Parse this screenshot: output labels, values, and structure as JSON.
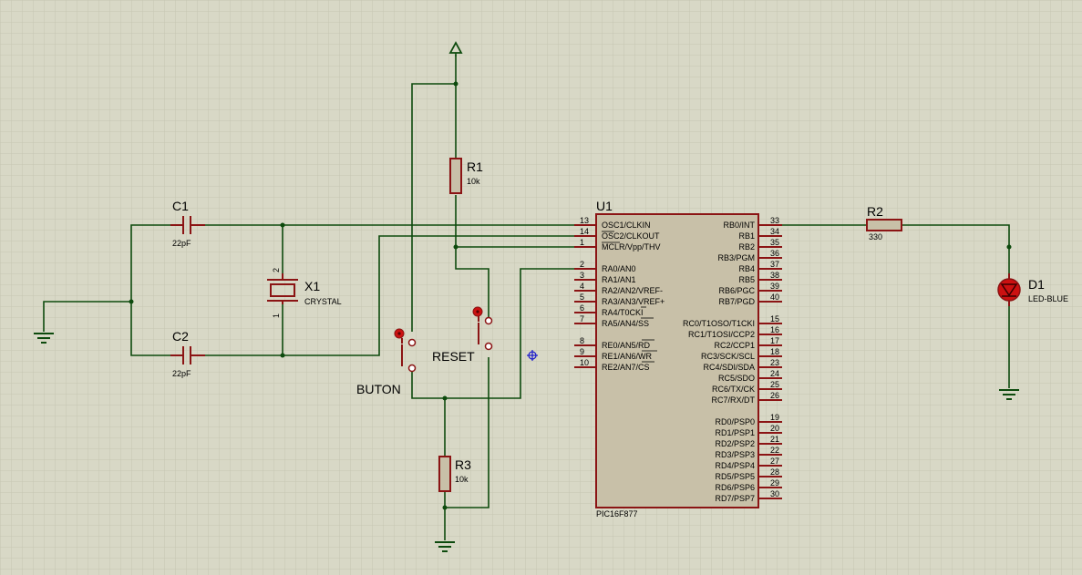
{
  "components": {
    "c1": {
      "ref": "C1",
      "value": "22pF"
    },
    "c2": {
      "ref": "C2",
      "value": "22pF"
    },
    "x1": {
      "ref": "X1",
      "value": "CRYSTAL",
      "pin_top": "2",
      "pin_bottom": "1"
    },
    "r1": {
      "ref": "R1",
      "value": "10k"
    },
    "r2": {
      "ref": "R2",
      "value": "330"
    },
    "r3": {
      "ref": "R3",
      "value": "10k"
    },
    "d1": {
      "ref": "D1",
      "value": "LED-BLUE"
    },
    "buton": {
      "label": "BUTON"
    },
    "reset": {
      "label": "RESET"
    },
    "u1": {
      "ref": "U1",
      "part": "PIC16F877"
    }
  },
  "u1_left_pins": [
    {
      "num": "13",
      "name": "OSC1/CLKIN"
    },
    {
      "num": "14",
      "name": "OSC2/CLKOUT"
    },
    {
      "num": "1",
      "name": "MCLR/Vpp/THV"
    },
    {
      "num": "2",
      "name": "RA0/AN0"
    },
    {
      "num": "3",
      "name": "RA1/AN1"
    },
    {
      "num": "4",
      "name": "RA2/AN2/VREF-"
    },
    {
      "num": "5",
      "name": "RA3/AN3/VREF+"
    },
    {
      "num": "6",
      "name": "RA4/T0CKI"
    },
    {
      "num": "7",
      "name": "RA5/AN4/SS"
    },
    {
      "num": "8",
      "name": "RE0/AN5/RD"
    },
    {
      "num": "9",
      "name": "RE1/AN6/WR"
    },
    {
      "num": "10",
      "name": "RE2/AN7/CS"
    }
  ],
  "u1_right_pins": [
    {
      "num": "33",
      "name": "RB0/INT"
    },
    {
      "num": "34",
      "name": "RB1"
    },
    {
      "num": "35",
      "name": "RB2"
    },
    {
      "num": "36",
      "name": "RB3/PGM"
    },
    {
      "num": "37",
      "name": "RB4"
    },
    {
      "num": "38",
      "name": "RB5"
    },
    {
      "num": "39",
      "name": "RB6/PGC"
    },
    {
      "num": "40",
      "name": "RB7/PGD"
    },
    {
      "num": "15",
      "name": "RC0/T1OSO/T1CKI"
    },
    {
      "num": "16",
      "name": "RC1/T1OSI/CCP2"
    },
    {
      "num": "17",
      "name": "RC2/CCP1"
    },
    {
      "num": "18",
      "name": "RC3/SCK/SCL"
    },
    {
      "num": "23",
      "name": "RC4/SDI/SDA"
    },
    {
      "num": "24",
      "name": "RC5/SDO"
    },
    {
      "num": "25",
      "name": "RC6/TX/CK"
    },
    {
      "num": "26",
      "name": "RC7/RX/DT"
    },
    {
      "num": "19",
      "name": "RD0/PSP0"
    },
    {
      "num": "20",
      "name": "RD1/PSP1"
    },
    {
      "num": "21",
      "name": "RD2/PSP2"
    },
    {
      "num": "22",
      "name": "RD3/PSP3"
    },
    {
      "num": "27",
      "name": "RD4/PSP4"
    },
    {
      "num": "28",
      "name": "RD5/PSP5"
    },
    {
      "num": "29",
      "name": "RD6/PSP6"
    },
    {
      "num": "30",
      "name": "RD7/PSP7"
    }
  ],
  "colors": {
    "background": "#d8d8c6",
    "grid": "#c4c4b0",
    "wire": "#0d4a0d",
    "component": "#8b1414",
    "body": "#c8c0a8",
    "led": "#cc1111",
    "marker": "#1a1acc"
  }
}
